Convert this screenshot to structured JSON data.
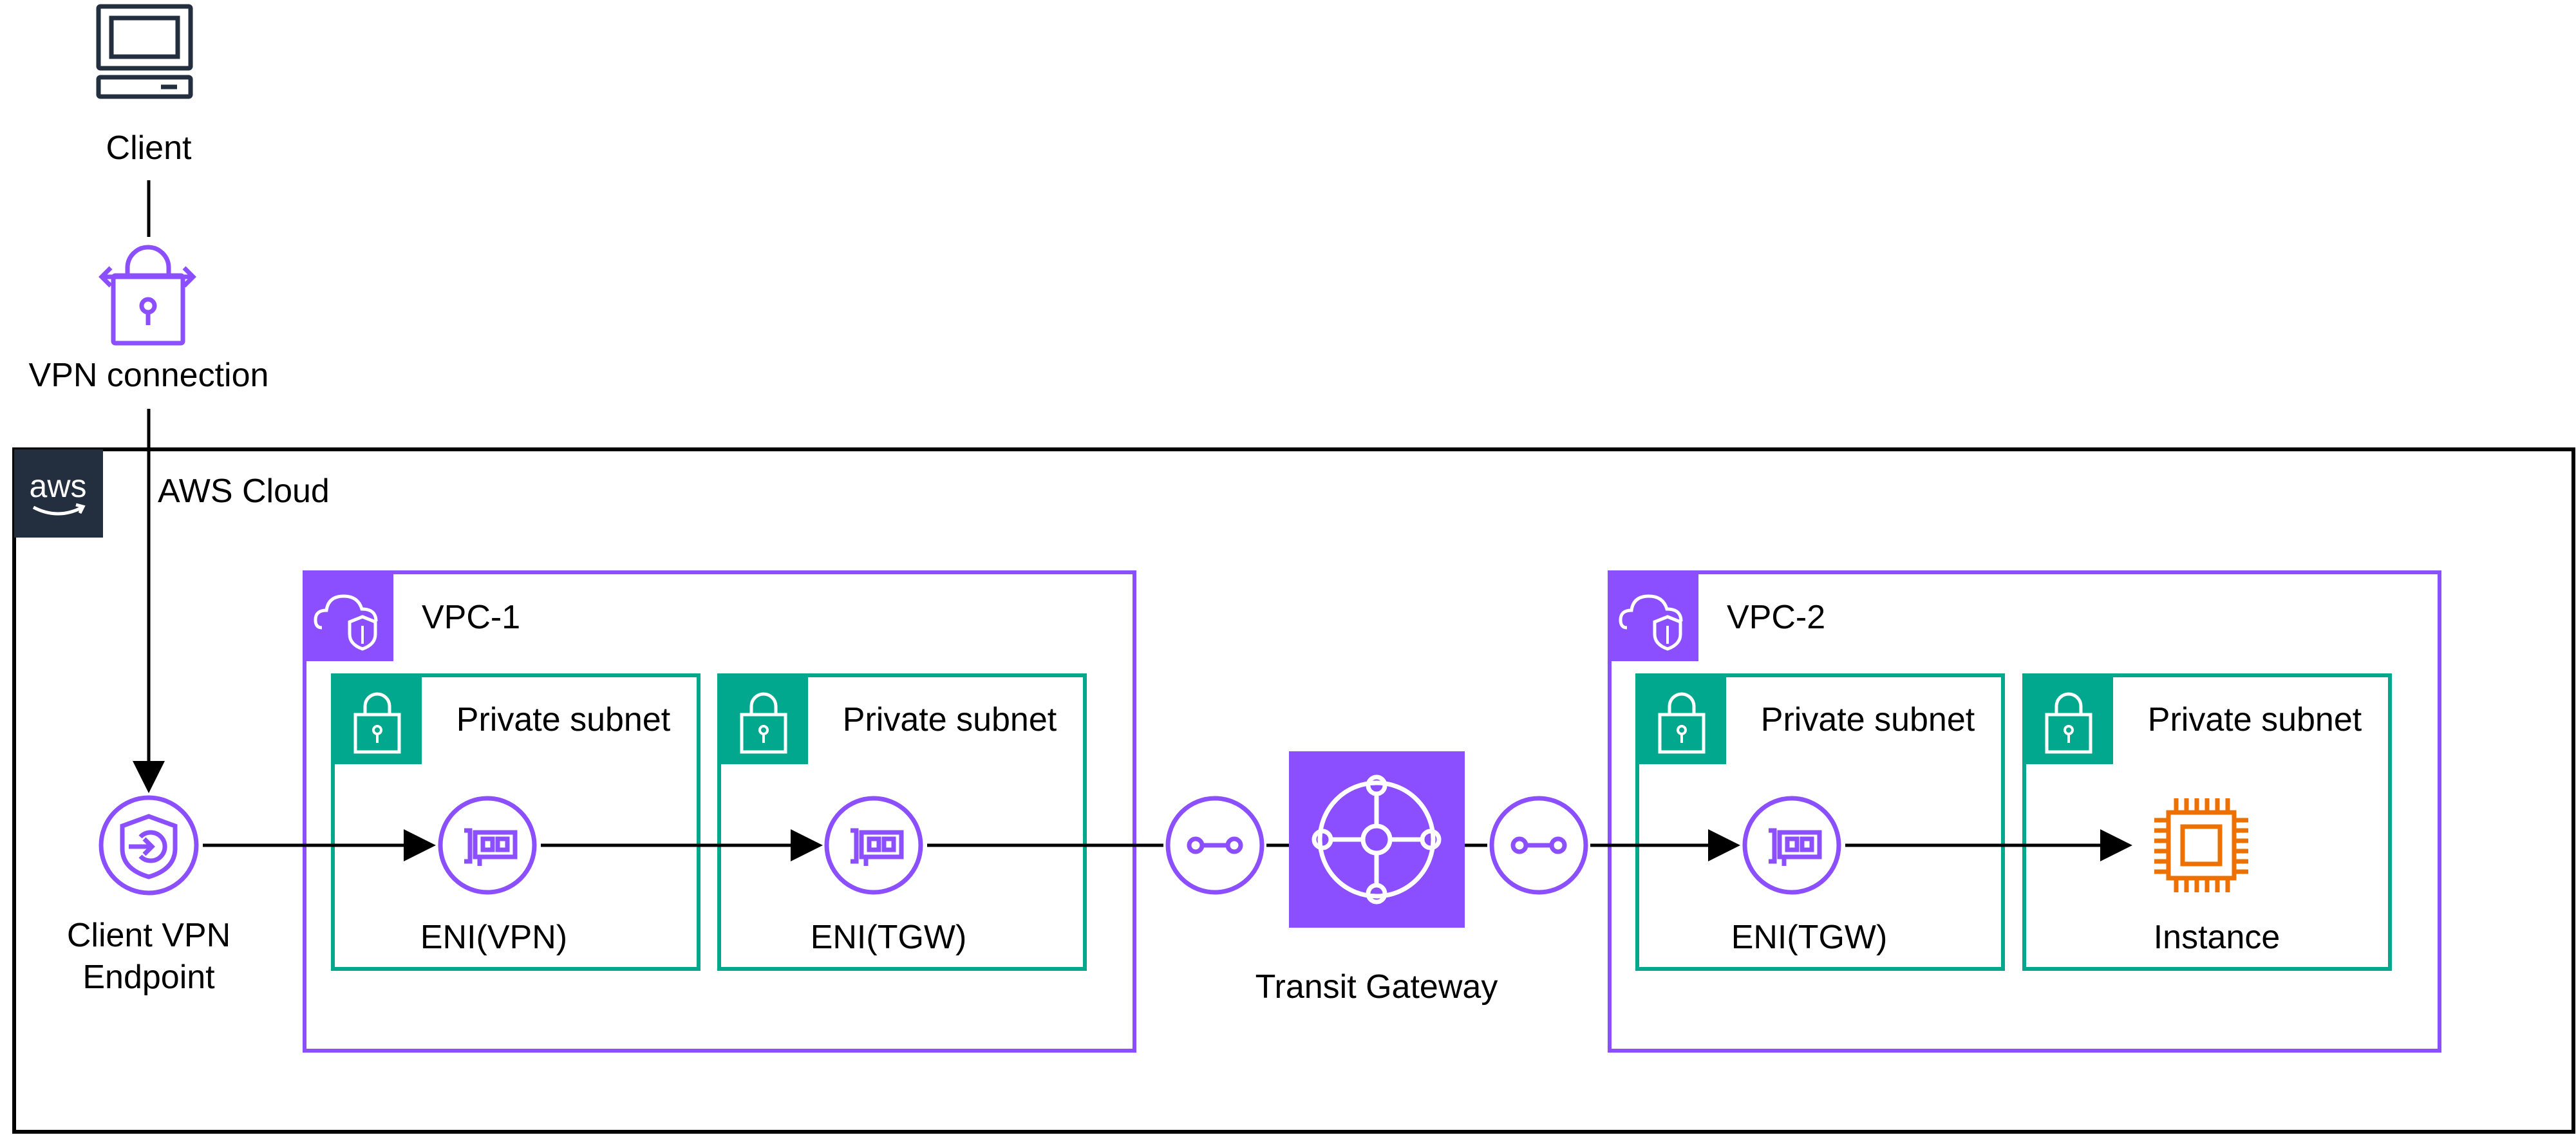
{
  "client": {
    "label": "Client",
    "icon": "desktop-computer-icon"
  },
  "vpn_connection": {
    "label": "VPN connection",
    "icon": "vpn-connection-icon"
  },
  "aws_cloud": {
    "label": "AWS Cloud",
    "logo_text": "aws"
  },
  "client_vpn_endpoint": {
    "line1": "Client VPN",
    "line2": "Endpoint",
    "icon": "client-vpn-endpoint-icon"
  },
  "vpc1": {
    "label": "VPC-1",
    "subnets": [
      {
        "label": "Private subnet",
        "resource": "ENI(VPN)",
        "icon": "network-interface-icon"
      },
      {
        "label": "Private subnet",
        "resource": "ENI(TGW)",
        "icon": "network-interface-icon"
      }
    ]
  },
  "transit_gateway": {
    "label": "Transit Gateway",
    "icon": "transit-gateway-icon"
  },
  "vpc2": {
    "label": "VPC-2",
    "subnets": [
      {
        "label": "Private subnet",
        "resource": "ENI(TGW)",
        "icon": "network-interface-icon"
      },
      {
        "label": "Private subnet",
        "resource": "Instance",
        "icon": "ec2-instance-icon"
      }
    ]
  },
  "colors": {
    "purple": "#8C4FFF",
    "teal": "#01A88D",
    "orange": "#ED7100",
    "aws_dark": "#232F3E",
    "line": "#000000"
  }
}
